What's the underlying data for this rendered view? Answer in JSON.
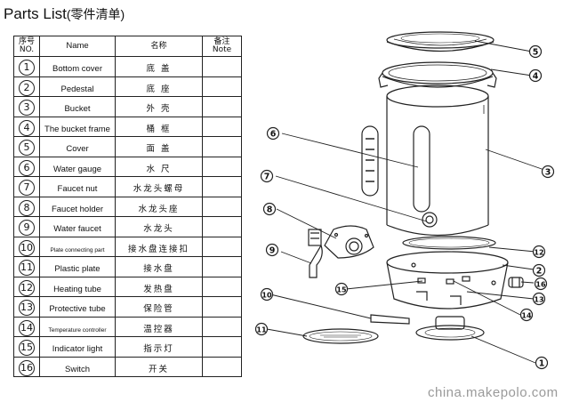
{
  "title": {
    "en": "Parts List",
    "zh": "(零件清单)"
  },
  "table": {
    "headers": {
      "no_zh": "序号",
      "no_en": "NO.",
      "name_en": "Name",
      "name_zh": "名称",
      "note_zh": "备注",
      "note_en": "Note"
    },
    "rows": [
      {
        "no": "1",
        "en": "Bottom cover",
        "zh": "底 盖"
      },
      {
        "no": "2",
        "en": "Pedestal",
        "zh": "底 座"
      },
      {
        "no": "3",
        "en": "Bucket",
        "zh": "外 壳"
      },
      {
        "no": "4",
        "en": "The bucket frame",
        "zh": "桶 框"
      },
      {
        "no": "5",
        "en": "Cover",
        "zh": "面 盖"
      },
      {
        "no": "6",
        "en": "Water gauge",
        "zh": "水 尺"
      },
      {
        "no": "7",
        "en": "Faucet nut",
        "zh": "水龙头螺母"
      },
      {
        "no": "8",
        "en": "Faucet holder",
        "zh": "水龙头座"
      },
      {
        "no": "9",
        "en": "Water faucet",
        "zh": "水龙头"
      },
      {
        "no": "10",
        "en": "Plate connecting part",
        "zh": "接水盘连接扣"
      },
      {
        "no": "11",
        "en": "Plastic plate",
        "zh": "接水盘"
      },
      {
        "no": "12",
        "en": "Heating tube",
        "zh": "发热盘"
      },
      {
        "no": "13",
        "en": "Protective tube",
        "zh": "保险管"
      },
      {
        "no": "14",
        "en": "Temperature controller",
        "zh": "温控器"
      },
      {
        "no": "15",
        "en": "Indicator light",
        "zh": "指示灯"
      },
      {
        "no": "16",
        "en": "Switch",
        "zh": "开关"
      }
    ]
  },
  "diagram": {
    "callouts": [
      "1",
      "2",
      "3",
      "4",
      "5",
      "6",
      "7",
      "8",
      "9",
      "10",
      "11",
      "12",
      "13",
      "14",
      "15",
      "16"
    ]
  },
  "watermark": "china.makepolo.com"
}
